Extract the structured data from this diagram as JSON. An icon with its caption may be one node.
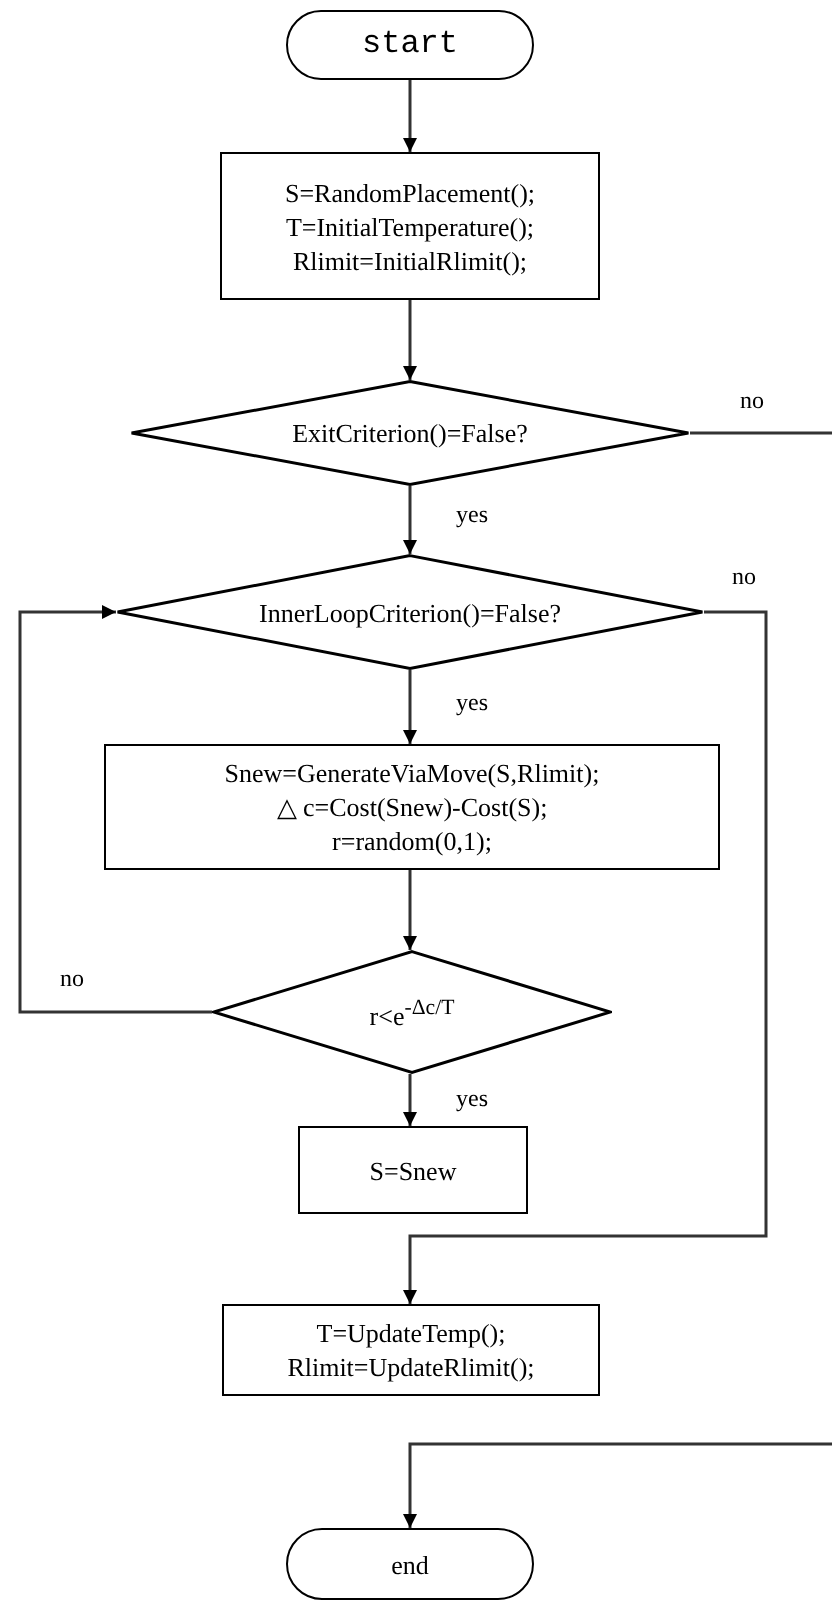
{
  "diagram": {
    "nodes": [
      {
        "text": [
          "start"
        ]
      },
      {
        "text": [
          "S=RandomPlacement();",
          "T=InitialTemperature();",
          "Rlimit=InitialRlimit();"
        ]
      },
      {
        "text": [
          "ExitCriterion()=False?"
        ]
      },
      {
        "text": [
          "InnerLoopCriterion()=False?"
        ]
      },
      {
        "text": [
          "Snew=GenerateViaMove(S,Rlimit);",
          "△ c=Cost(Snew)-Cost(S);",
          "r=random(0,1);"
        ]
      },
      {
        "text": [
          "r<e$^{-Δc/T}$"
        ]
      },
      {
        "text": [
          "S=Snew"
        ]
      },
      {
        "text": [
          "T=UpdateTemp();",
          "Rlimit=UpdateRlimit();"
        ]
      },
      {
        "text": [
          "end"
        ]
      }
    ],
    "edges": [
      {
        "from": 0,
        "to": 1,
        "arrow": "to"
      },
      {
        "from": 1,
        "to": 2,
        "arrow": "to"
      },
      {
        "from": 2,
        "to": 3,
        "arrow": "to",
        "label": "yes"
      },
      {
        "from": 2,
        "to": null,
        "arrow": "none",
        "label": "no"
      },
      {
        "from": null,
        "to": 8,
        "arrow": "to"
      },
      {
        "from": 3,
        "to": 4,
        "arrow": "to",
        "label": "yes"
      },
      {
        "from": 3,
        "to": 7,
        "arrow": "to",
        "label": "no"
      },
      {
        "from": 4,
        "to": 5,
        "arrow": "to"
      },
      {
        "from": 5,
        "to": 3,
        "arrow": "to",
        "label": "no"
      },
      {
        "from": 5,
        "to": 6,
        "arrow": "to",
        "label": "yes"
      }
    ]
  }
}
